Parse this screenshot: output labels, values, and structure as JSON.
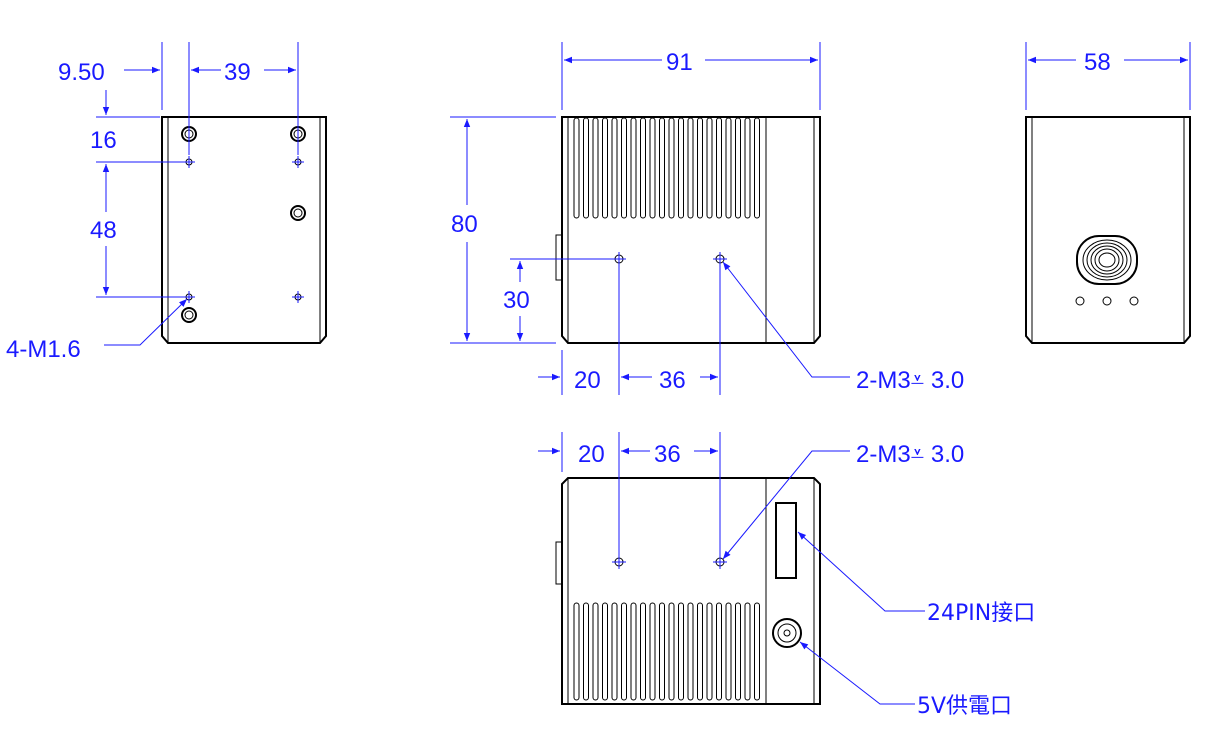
{
  "dimensions": {
    "offset_x_side": "9.50",
    "hole_spacing_side": "39",
    "offset_y_side": "16",
    "vertical_spacing_side": "48",
    "hole_callout_side": "4-M1.6",
    "width_top": "91",
    "height_front": "80",
    "vertical_offset_front": "30",
    "offset_front_left": "20",
    "hole_spacing_front": "36",
    "hole_callout_front": "2-M3⩡ 3.0",
    "width_right": "58",
    "offset_bottom_left": "20",
    "hole_spacing_bottom": "36",
    "hole_callout_bottom": "2-M3⩡ 3.0"
  },
  "callouts": {
    "connector_24pin": "24PIN接口",
    "power_5v": "5V供電口"
  },
  "colors": {
    "dimension": "#1a1aff",
    "outline": "#000000"
  }
}
